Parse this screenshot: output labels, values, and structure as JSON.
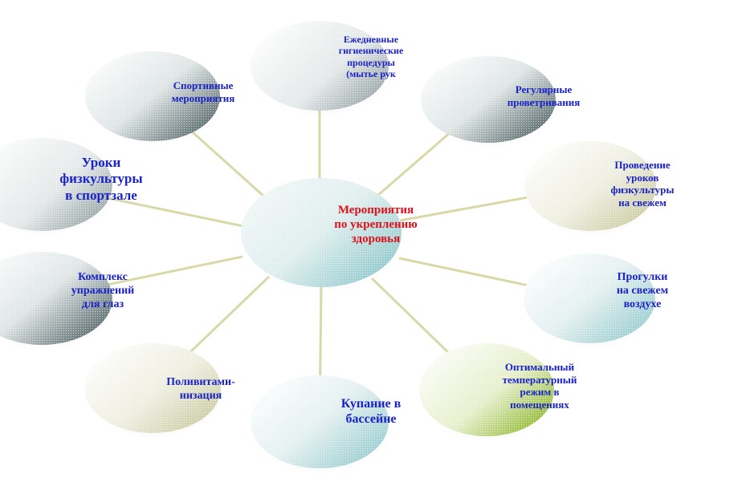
{
  "center": {
    "lines": [
      "Мероприятия",
      "по укреплению",
      "здоровья"
    ],
    "color": "#e0101a"
  },
  "nodes": [
    {
      "id": "daily-hygiene",
      "lines": [
        "Ежедневные",
        "гигиенические",
        "процедуры",
        "(мытье рук"
      ],
      "gradient": "silver"
    },
    {
      "id": "ventilation",
      "lines": [
        "Регулярные",
        "проветривания"
      ],
      "gradient": "dark"
    },
    {
      "id": "outdoor-pe",
      "lines": [
        "Проведение",
        "уроков",
        "физкультуры",
        "на свежем"
      ],
      "gradient": "tan"
    },
    {
      "id": "walks",
      "lines": [
        "Прогулки",
        "на свежем",
        "воздухе"
      ],
      "gradient": "teal"
    },
    {
      "id": "temperature",
      "lines": [
        "Оптимальный",
        "температурный",
        "режим в",
        "помещениях"
      ],
      "gradient": "green"
    },
    {
      "id": "swimming",
      "lines": [
        "Купание в",
        "бассейне"
      ],
      "gradient": "teal"
    },
    {
      "id": "vitamins",
      "lines": [
        "Поливитами-",
        "низация"
      ],
      "gradient": "tan"
    },
    {
      "id": "eye-exercises",
      "lines": [
        "Комплекс",
        "упражнений",
        "для глаз"
      ],
      "gradient": "dark"
    },
    {
      "id": "gym-pe",
      "lines": [
        "Уроки",
        "физкультуры",
        "в спортзале"
      ],
      "gradient": "silver"
    },
    {
      "id": "sports-events",
      "lines": [
        "Спортивные",
        "мероприятия"
      ],
      "gradient": "dark"
    }
  ],
  "colors": {
    "text": "#1a23c8",
    "connector": "#d9d9a8"
  }
}
